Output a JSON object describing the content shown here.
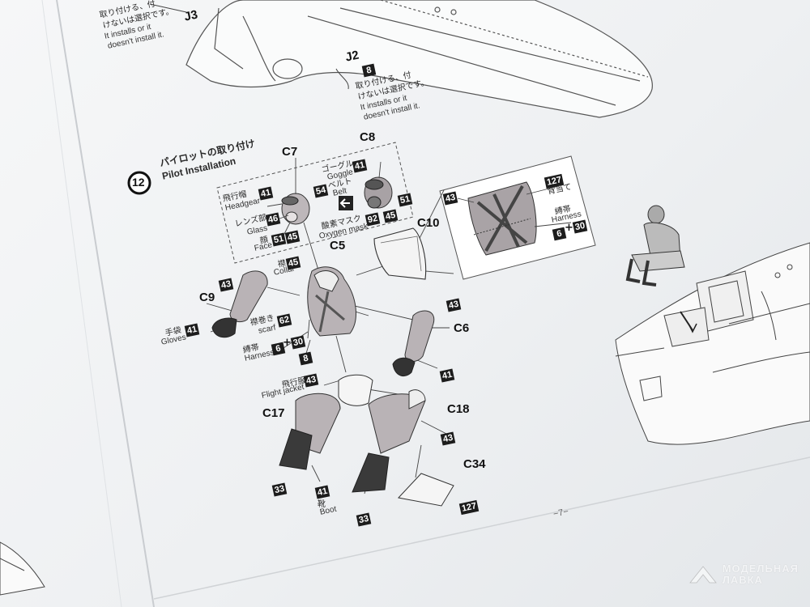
{
  "step": {
    "number": "12",
    "title_jp": "パイロットの取り付け",
    "title_en": "Pilot Installation"
  },
  "top_notes": {
    "j3": {
      "label": "J3",
      "line1": "取り付ける、付",
      "line2": "けないは選択です。",
      "line3": "It installs or it",
      "line4": "doesn't install it."
    },
    "j2": {
      "label": "J2",
      "color": "8",
      "line1": "取り付ける、付",
      "line2": "けないは選択です。",
      "line3": "It installs or it",
      "line4": "doesn't install it."
    }
  },
  "head_parts": {
    "c7": "C7",
    "c8": "C8",
    "headgear_jp": "飛行帽",
    "headgear_en": "Headgear",
    "headgear_color": "41",
    "headgear_color2": "54",
    "glass_jp": "レンズ部",
    "glass_en": "Glass",
    "glass_color": "46",
    "face_jp": "顔",
    "face_en": "Face",
    "face_color1": "51",
    "face_color2": "45",
    "goggle_jp": "ゴーグル",
    "goggle_en": "Goggle",
    "goggle_color": "41",
    "belt_jp": "ベルト",
    "belt_en": "Belt",
    "belt_color": "51",
    "oxygen_jp": "酸素マスク",
    "oxygen_en": "Oxygen mask",
    "oxygen_color1": "92",
    "oxygen_color2": "45"
  },
  "body_parts": {
    "c5": "C5",
    "collar_jp": "襟",
    "collar_en": "Collar",
    "collar_color": "45",
    "c9": "C9",
    "c9_color": "43",
    "gloves_jp": "手袋",
    "gloves_en": "Gloves",
    "gloves_color": "41",
    "scarf_jp": "襟巻き",
    "scarf_en": "scarf",
    "scarf_color": "62",
    "harness_jp": "縛帯",
    "harness_en": "Harness",
    "harness_c1": "6",
    "harness_c2": "30",
    "body_color": "8",
    "c10": "C10",
    "c6": "C6",
    "c6_color": "43",
    "c6_hand_color": "41",
    "jacket_jp": "飛行服",
    "jacket_en": "Flight jacket",
    "jacket_color": "43",
    "c17": "C17",
    "c18": "C18",
    "c18_color": "43",
    "boot_jp": "靴",
    "boot_en": "Boot",
    "boot_color": "41",
    "c17_color": "33",
    "c18_leg_color": "33",
    "c34": "C34",
    "c34_color": "127"
  },
  "inset": {
    "back_color": "43",
    "pad_jp": "背当て",
    "pad_color": "127",
    "harness_jp": "縛帯",
    "harness_en": "Harness",
    "harness_c1": "6",
    "harness_c2": "30"
  },
  "page_number": "−7−",
  "watermark": {
    "line1": "МОДЕЛЬНАЯ",
    "line2": "ЛАВКА"
  }
}
